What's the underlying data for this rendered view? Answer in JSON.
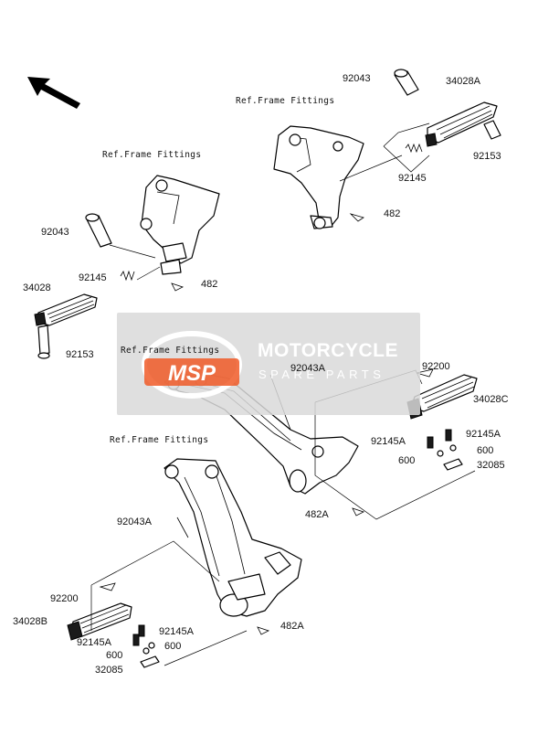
{
  "diagram": {
    "watermark": {
      "title": "MOTORCYCLE",
      "subtitle": "SPARE PARTS",
      "logo": "MSP",
      "logo_color": "#f05a28"
    },
    "ref_labels": {
      "top_right": "Ref.Frame Fittings",
      "top_left": "Ref.Frame Fittings",
      "middle": "Ref.Frame Fittings",
      "bottom": "Ref.Frame Fittings"
    },
    "parts": {
      "tr_92043": "92043",
      "tr_34028A": "34028A",
      "tr_92145": "92145",
      "tr_92153": "92153",
      "tr_482": "482",
      "tl_92043": "92043",
      "tl_92145": "92145",
      "tl_482": "482",
      "tl_34028": "34028",
      "tl_92153": "92153",
      "m_92043A": "92043A",
      "m_92200": "92200",
      "m_34028C": "34028C",
      "m_92145A_r": "92145A",
      "m_92145A_l": "92145A",
      "m_600_r": "600",
      "m_600_l": "600",
      "m_32085": "32085",
      "m_482A": "482A",
      "b_92043A": "92043A",
      "b_92200": "92200",
      "b_34028B": "34028B",
      "b_92145A_r": "92145A",
      "b_92145A_l": "92145A",
      "b_600_r": "600",
      "b_600_l": "600",
      "b_32085": "32085",
      "b_482A": "482A"
    }
  }
}
